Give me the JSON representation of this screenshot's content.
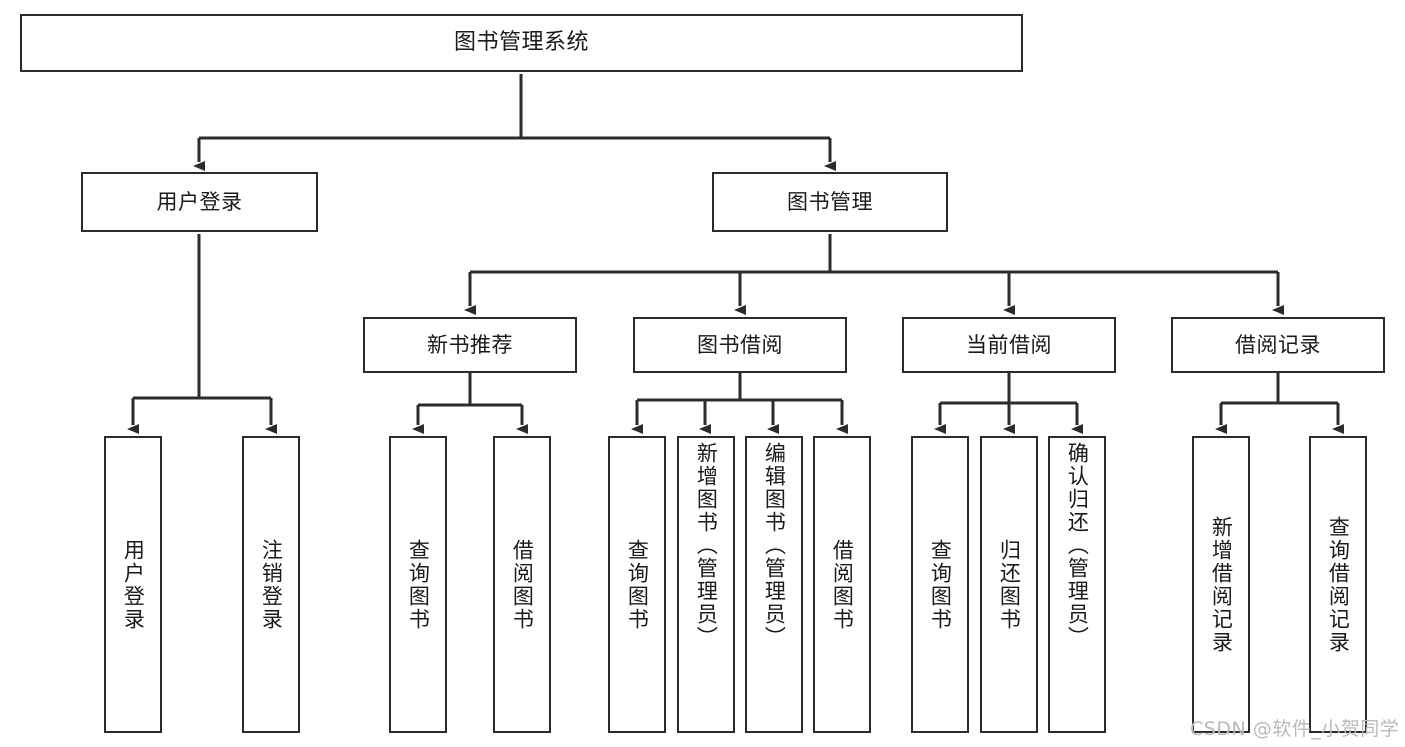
{
  "diagram": {
    "type": "hierarchy-tree",
    "title": "图书管理系统",
    "orientation": "top-down",
    "nodes": {
      "root": {
        "label": "图书管理系统",
        "level": 1
      },
      "user_login": {
        "label": "用户登录",
        "level": 2
      },
      "book_manage": {
        "label": "图书管理",
        "level": 2
      },
      "new_book_rec": {
        "label": "新书推荐",
        "level": 3
      },
      "book_borrow": {
        "label": "图书借阅",
        "level": 3
      },
      "current_borrow": {
        "label": "当前借阅",
        "level": 3
      },
      "borrow_record": {
        "label": "借阅记录",
        "level": 3
      },
      "leaf_user_login": {
        "label": "用户登录",
        "level": 3
      },
      "leaf_logout": {
        "label": "注销登录",
        "level": 3
      },
      "leaf_query_book_1": {
        "label": "查询图书",
        "level": 4
      },
      "leaf_borrow_book_1": {
        "label": "借阅图书",
        "level": 4
      },
      "leaf_query_book_2": {
        "label": "查询图书",
        "level": 4
      },
      "leaf_add_book": {
        "label": "新增图书（管理员）",
        "level": 4
      },
      "leaf_edit_book": {
        "label": "编辑图书（管理员）",
        "level": 4
      },
      "leaf_borrow_book_2": {
        "label": "借阅图书",
        "level": 4
      },
      "leaf_query_book_3": {
        "label": "查询图书",
        "level": 4
      },
      "leaf_return_book": {
        "label": "归还图书",
        "level": 4
      },
      "leaf_confirm_return": {
        "label": "确认归还（管理员）",
        "level": 4
      },
      "leaf_add_record": {
        "label": "新增借阅记录",
        "level": 4
      },
      "leaf_query_record": {
        "label": "查询借阅记录",
        "level": 4
      }
    },
    "edges": [
      {
        "from": "root",
        "to": "user_login"
      },
      {
        "from": "root",
        "to": "book_manage"
      },
      {
        "from": "user_login",
        "to": "leaf_user_login"
      },
      {
        "from": "user_login",
        "to": "leaf_logout"
      },
      {
        "from": "book_manage",
        "to": "new_book_rec"
      },
      {
        "from": "book_manage",
        "to": "book_borrow"
      },
      {
        "from": "book_manage",
        "to": "current_borrow"
      },
      {
        "from": "book_manage",
        "to": "borrow_record"
      },
      {
        "from": "new_book_rec",
        "to": "leaf_query_book_1"
      },
      {
        "from": "new_book_rec",
        "to": "leaf_borrow_book_1"
      },
      {
        "from": "book_borrow",
        "to": "leaf_query_book_2"
      },
      {
        "from": "book_borrow",
        "to": "leaf_add_book"
      },
      {
        "from": "book_borrow",
        "to": "leaf_edit_book"
      },
      {
        "from": "book_borrow",
        "to": "leaf_borrow_book_2"
      },
      {
        "from": "current_borrow",
        "to": "leaf_query_book_3"
      },
      {
        "from": "current_borrow",
        "to": "leaf_return_book"
      },
      {
        "from": "current_borrow",
        "to": "leaf_confirm_return"
      },
      {
        "from": "borrow_record",
        "to": "leaf_add_record"
      },
      {
        "from": "borrow_record",
        "to": "leaf_query_record"
      }
    ],
    "colors": {
      "stroke": "#2b2b2b",
      "fill": "#ffffff",
      "text": "#1a1a1a",
      "watermark": "#b9b9b9"
    }
  },
  "watermark": {
    "text": "CSDN @软件_小贺同学"
  }
}
